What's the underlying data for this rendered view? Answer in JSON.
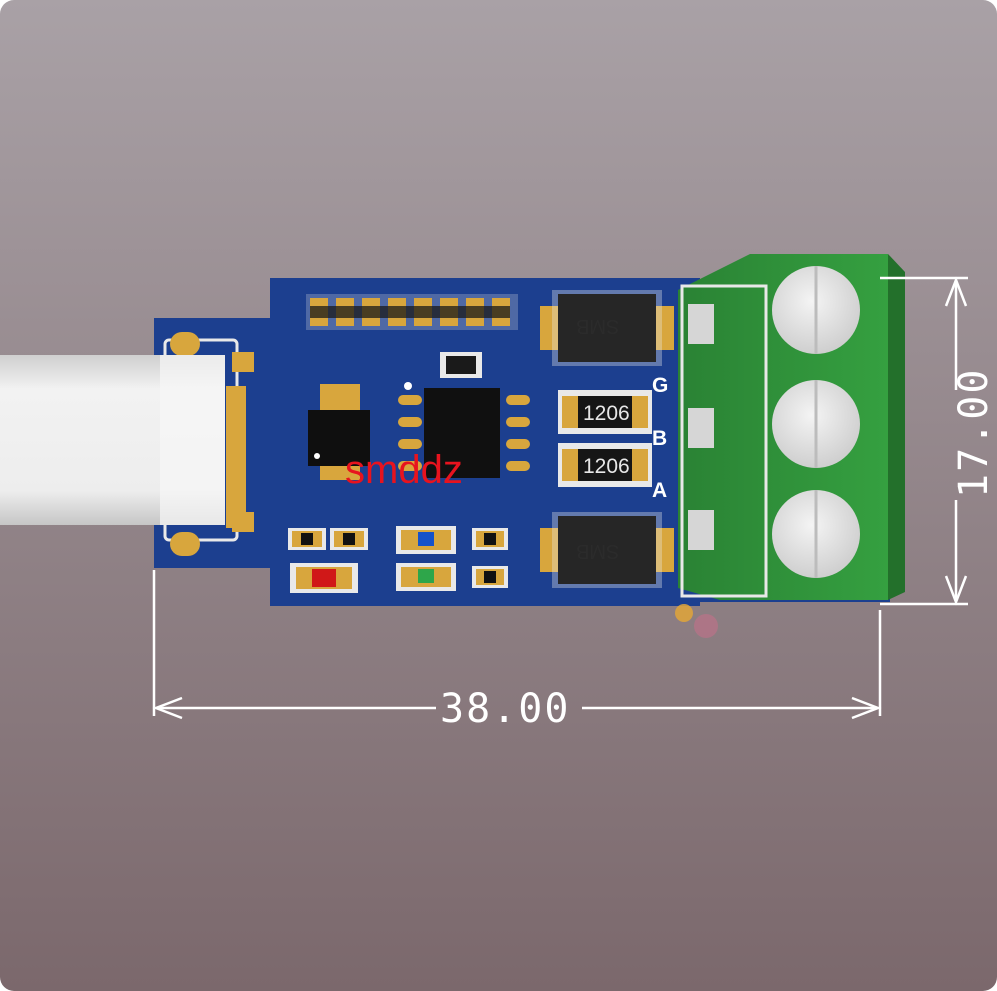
{
  "watermark": "smddz",
  "dimensions": {
    "width_label": "38.00",
    "height_label": "17.00"
  },
  "pins": {
    "g": "G",
    "b": "B",
    "a": "A"
  },
  "components": {
    "smb_top": "SMB",
    "smb_bottom": "SMB",
    "resistor_top": "1206",
    "resistor_bottom": "1206"
  },
  "colors": {
    "background_top": "#a59aa0",
    "background_bottom": "#7e6c70",
    "pcb": "#1c3f8f",
    "terminal_block": "#2f8a3a",
    "pad_gold": "#d8a63d",
    "cable": "#e8e8e8"
  }
}
